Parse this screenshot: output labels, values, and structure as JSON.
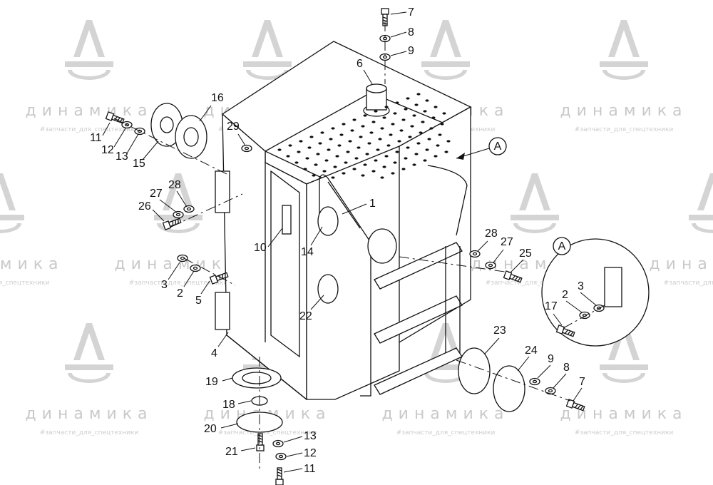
{
  "watermark": {
    "brand": "динамика",
    "tagline": "#запчасти_для_спецтехники"
  },
  "detail_label": "A",
  "callouts": [
    {
      "id": "c7a",
      "text": "7"
    },
    {
      "id": "c8a",
      "text": "8"
    },
    {
      "id": "c9a",
      "text": "9"
    },
    {
      "id": "c6",
      "text": "6"
    },
    {
      "id": "c16",
      "text": "16"
    },
    {
      "id": "c29",
      "text": "29"
    },
    {
      "id": "c11a",
      "text": "11"
    },
    {
      "id": "c12a",
      "text": "12"
    },
    {
      "id": "c13a",
      "text": "13"
    },
    {
      "id": "c15",
      "text": "15"
    },
    {
      "id": "c28a",
      "text": "28"
    },
    {
      "id": "c27a",
      "text": "27"
    },
    {
      "id": "c26",
      "text": "26"
    },
    {
      "id": "c1",
      "text": "1"
    },
    {
      "id": "c10",
      "text": "10"
    },
    {
      "id": "c14",
      "text": "14"
    },
    {
      "id": "c3a",
      "text": "3"
    },
    {
      "id": "c2a",
      "text": "2"
    },
    {
      "id": "c5",
      "text": "5"
    },
    {
      "id": "c22",
      "text": "22"
    },
    {
      "id": "c4",
      "text": "4"
    },
    {
      "id": "c28b",
      "text": "28"
    },
    {
      "id": "c27b",
      "text": "27"
    },
    {
      "id": "c25",
      "text": "25"
    },
    {
      "id": "c3b",
      "text": "3"
    },
    {
      "id": "c2b",
      "text": "2"
    },
    {
      "id": "c17",
      "text": "17"
    },
    {
      "id": "c23",
      "text": "23"
    },
    {
      "id": "c24",
      "text": "24"
    },
    {
      "id": "c9b",
      "text": "9"
    },
    {
      "id": "c8b",
      "text": "8"
    },
    {
      "id": "c7b",
      "text": "7"
    },
    {
      "id": "c19",
      "text": "19"
    },
    {
      "id": "c18",
      "text": "18"
    },
    {
      "id": "c20",
      "text": "20"
    },
    {
      "id": "c21",
      "text": "21"
    },
    {
      "id": "c13b",
      "text": "13"
    },
    {
      "id": "c12b",
      "text": "12"
    },
    {
      "id": "c11b",
      "text": "11"
    }
  ]
}
